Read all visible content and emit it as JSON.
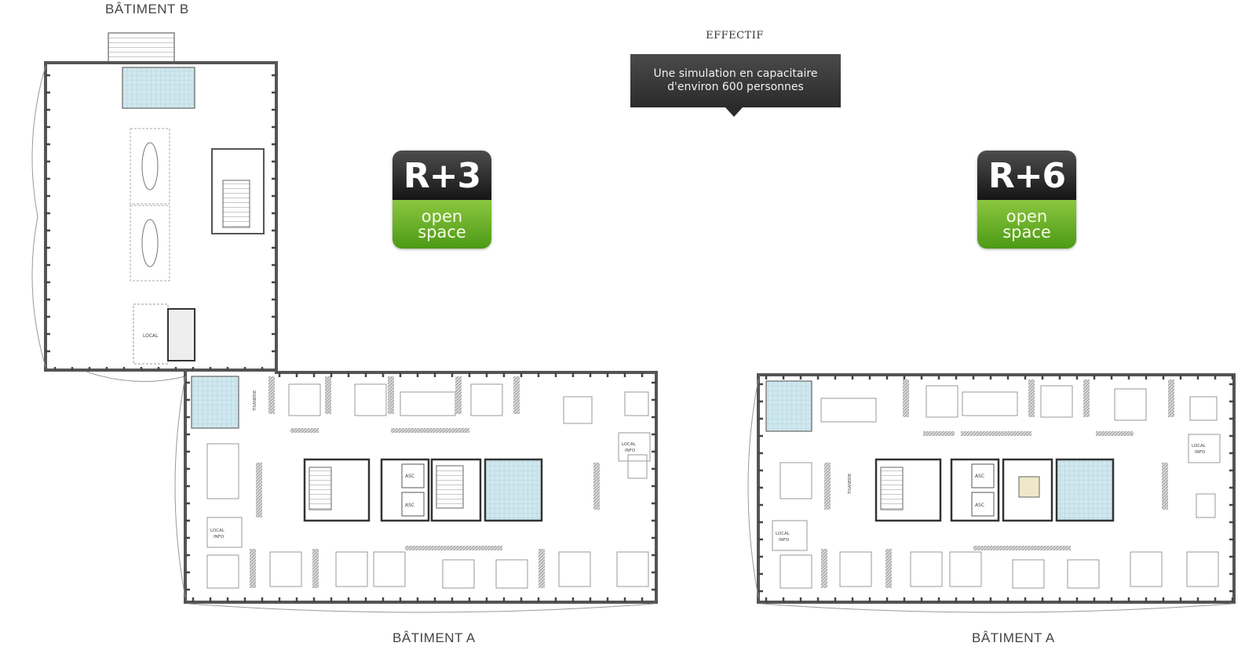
{
  "labels": {
    "batiment_b": "BÂTIMENT B",
    "batiment_a_left": "BÂTIMENT A",
    "batiment_a_right": "BÂTIMENT A"
  },
  "effectif": {
    "title": "EFFECTIF",
    "line1": "Une simulation en capacitaire",
    "line2": "d'environ 600 personnes"
  },
  "badges": [
    {
      "floor": "R+3",
      "line1": "open",
      "line2": "space"
    },
    {
      "floor": "R+6",
      "line1": "open",
      "line2": "space"
    }
  ],
  "plan_labels": {
    "local": "LOCAL",
    "local_info_1": "LOCAL",
    "local_info_2": "INFO",
    "asc": "ASC",
    "transfert": "TISANERIE"
  },
  "colors": {
    "badge_dark": "#1f1f1f",
    "badge_green": "#6fb32b",
    "wall": "#555555",
    "sanitary": "#a9d4de"
  }
}
